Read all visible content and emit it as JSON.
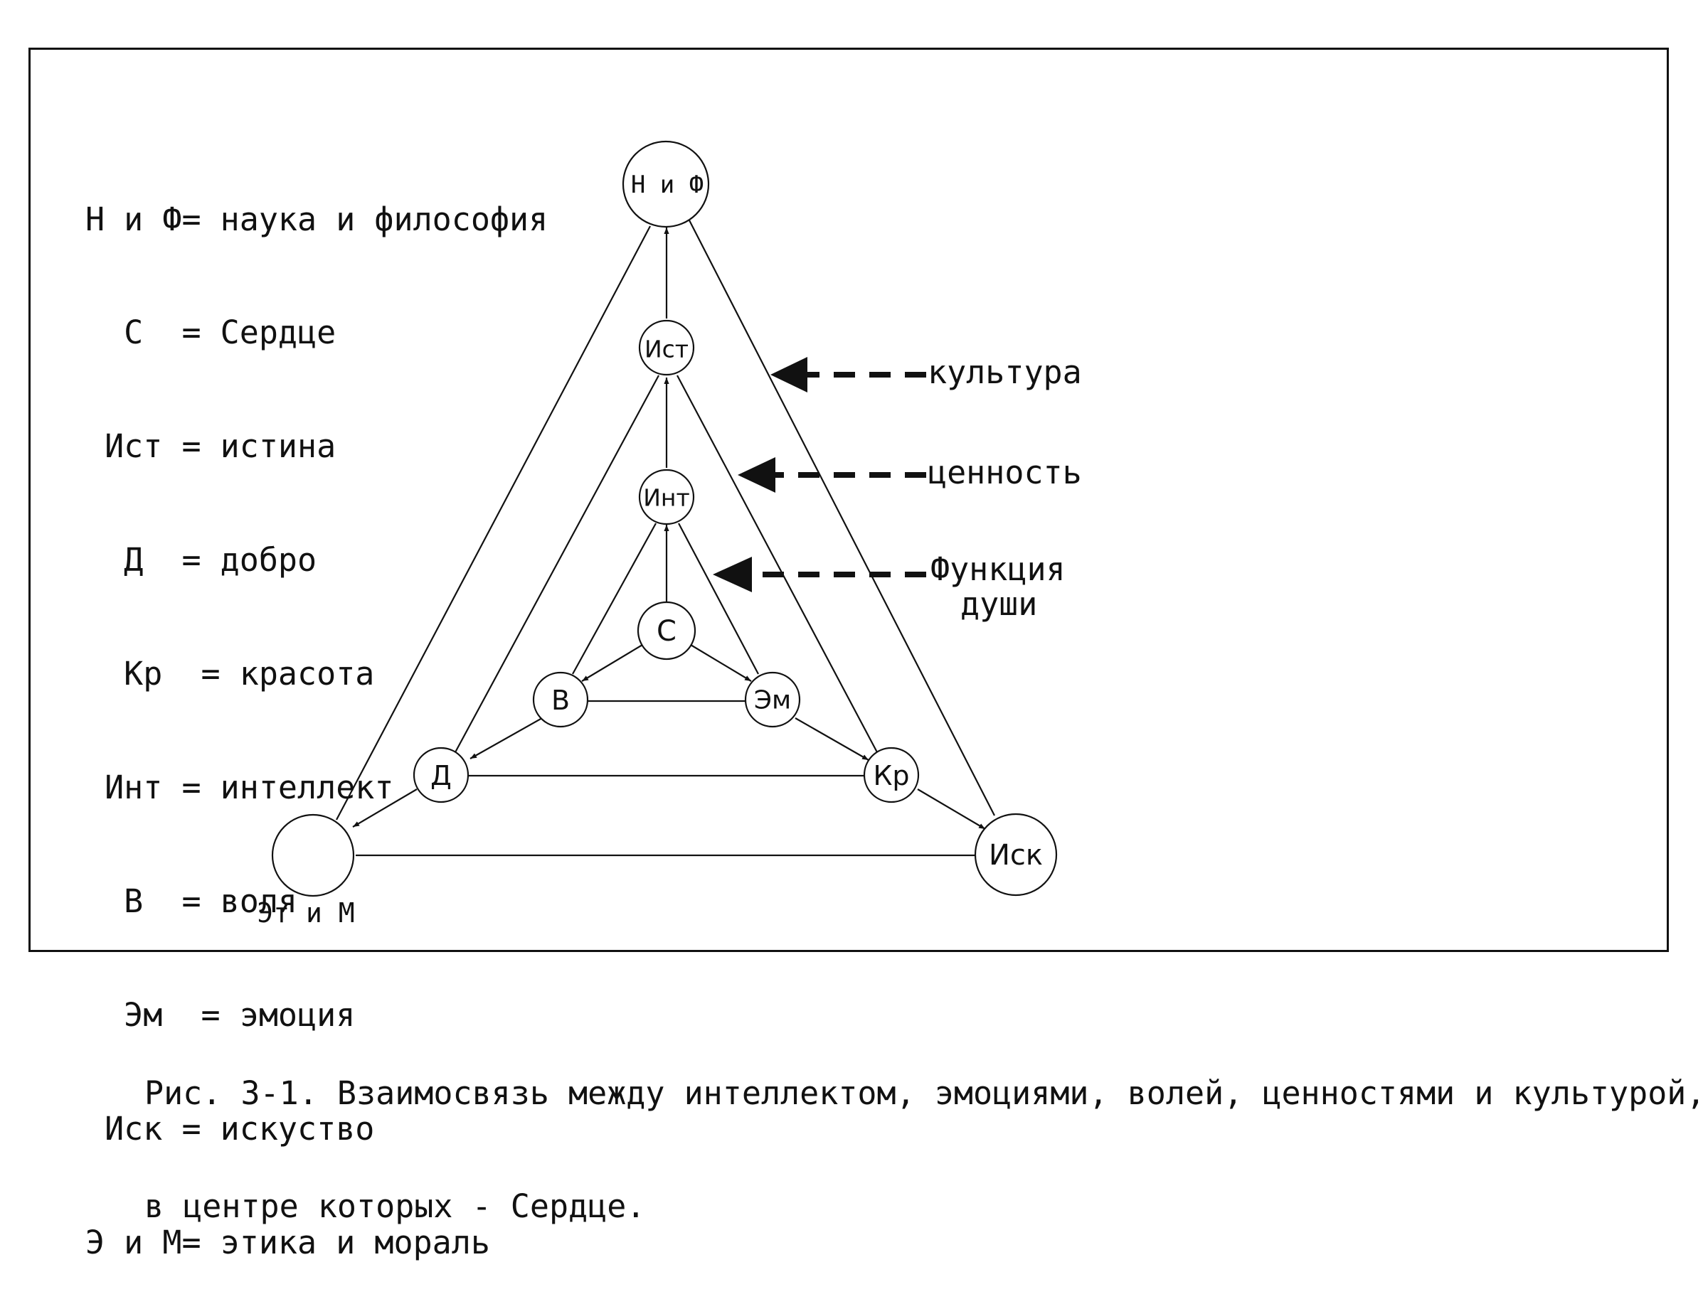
{
  "legend": [
    "Н и Ф= наука и философия",
    "  С  = Сердце",
    " Ист = истина",
    "  Д  = добро",
    "  Кр  = красота",
    " Инт = интеллект",
    "  В  = воля",
    "  Эм  = эмоция",
    " Иск = искуство",
    "Э и М= этика и мораль"
  ],
  "nodes": {
    "nif": "Н и Ф",
    "ist": "Ист",
    "int": "Инт",
    "s": "С",
    "v": "В",
    "em": "Эм",
    "d": "Д",
    "kr": "Кр",
    "isk": "Иск",
    "etim": "Эт и М"
  },
  "pointers": {
    "kultura": "культура",
    "cennost": "ценность",
    "funkciya_line1": "Функция",
    "funkciya_line2": "души"
  },
  "caption": {
    "line1": "Рис. 3-1. Взаимосвязь между интеллектом, эмоциями, волей, ценностями и культурой,",
    "line2": "в центре которых - Сердце."
  }
}
